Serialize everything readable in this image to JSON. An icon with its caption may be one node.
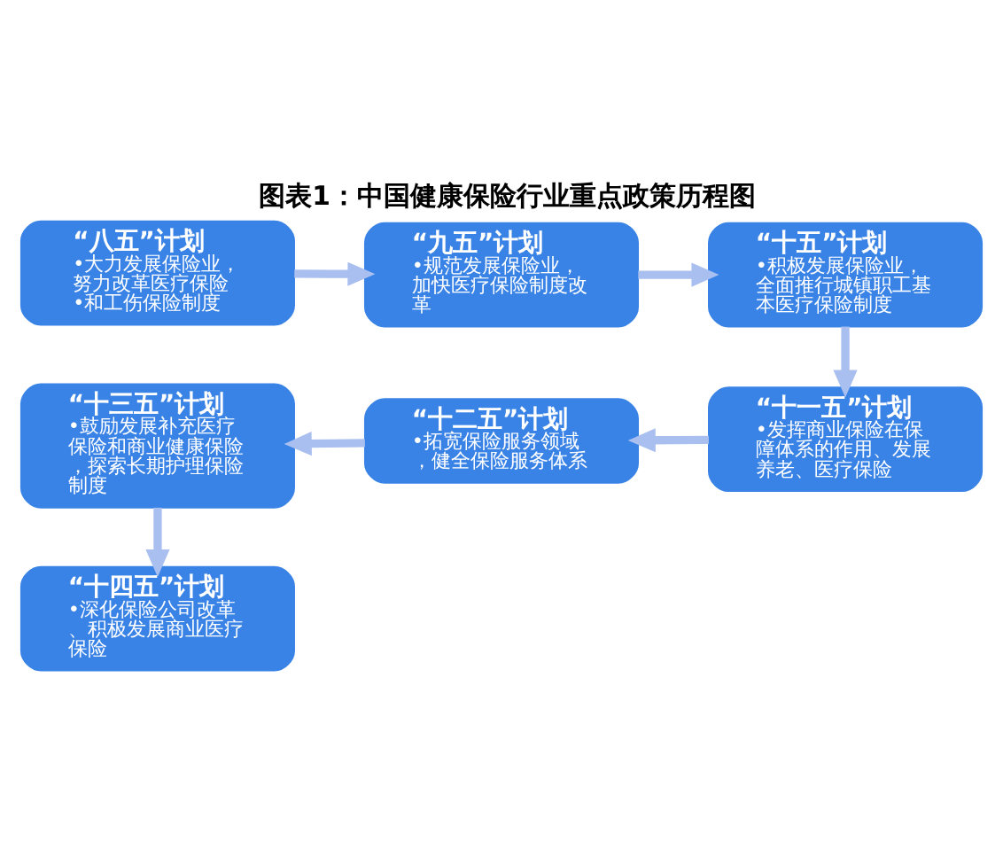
{
  "diagram": {
    "title": "图表1：中国健康保险行业重点政策历程图",
    "nodes": [
      {
        "text": [
          "“八五”计划",
          "•大力发展保险业，努力改革医疗保险",
          "•和工伤保险制度"
        ]
      },
      {
        "text": [
          "“九五”计划",
          "•规范发展保险业，加快医疗保险制度改革"
        ]
      },
      {
        "text": [
          "“十五”计划",
          "•积极发展保险业，全面推行城镇职工基本医疗保险制度"
        ]
      },
      {
        "text": [
          "“十一五”计划",
          "•发挥商业保险在保障体系的作用、发展养老、医疗保险"
        ]
      },
      {
        "text": [
          "“十二五”计划",
          "•拓宽保险服务领域，健全保险服务体系"
        ]
      },
      {
        "text": [
          "“十三五”计划",
          "•鼓励发展补充医疗保险和商业健康保险，探索长期护理保险制度"
        ]
      },
      {
        "text": [
          "“十四五”计划",
          "•深化保险公司改革、积极发展商业医疗保险"
        ]
      }
    ],
    "edges": [
      {
        "from": 0,
        "to": 1,
        "arrow": "to"
      },
      {
        "from": 1,
        "to": 2,
        "arrow": "to"
      },
      {
        "from": 2,
        "to": 3,
        "arrow": "to"
      },
      {
        "from": 3,
        "to": 4,
        "arrow": "to"
      },
      {
        "from": 4,
        "to": 5,
        "arrow": "to"
      },
      {
        "from": 5,
        "to": 6,
        "arrow": "to"
      }
    ]
  }
}
